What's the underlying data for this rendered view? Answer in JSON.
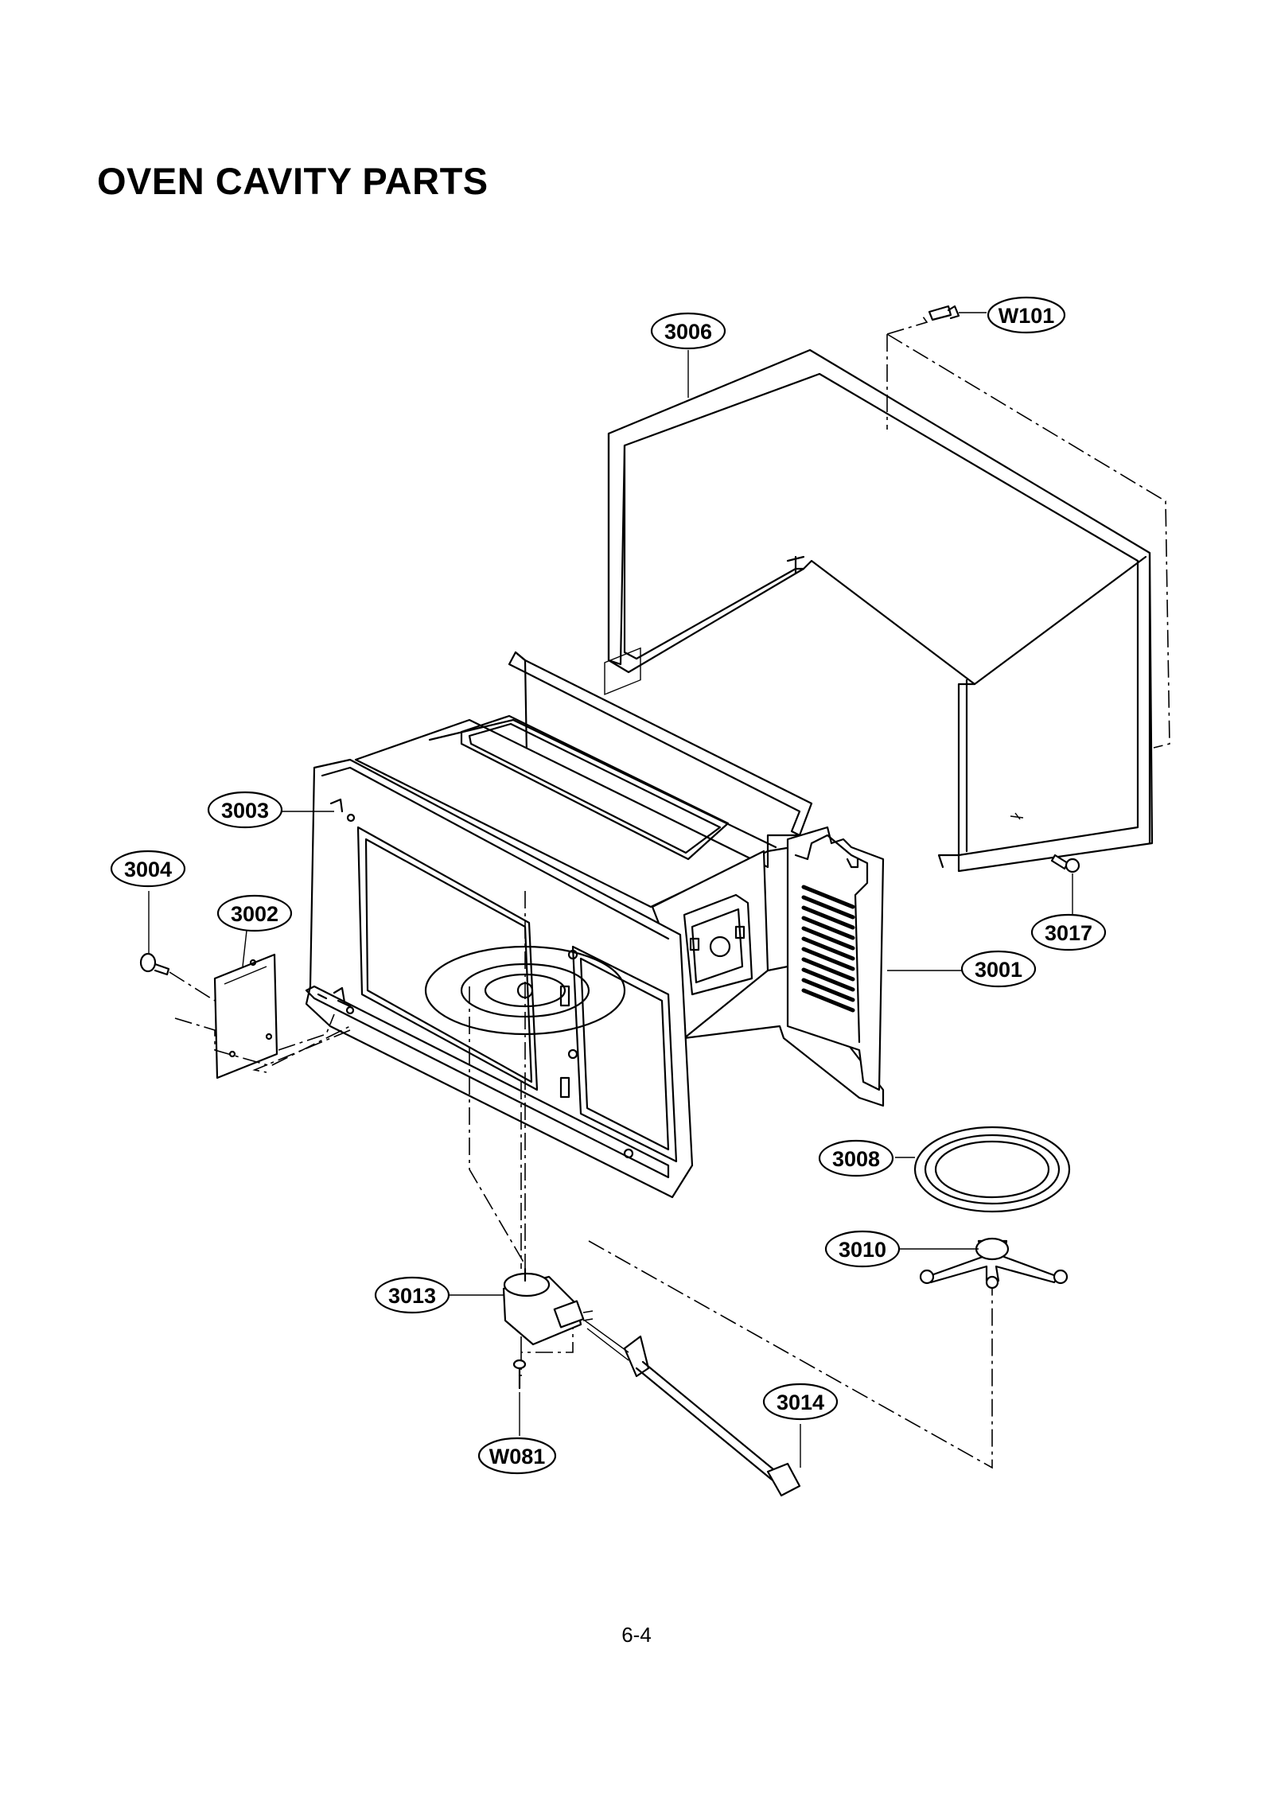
{
  "title": "OVEN CAVITY PARTS",
  "page_number": "6-4",
  "callouts": [
    {
      "id": "3006",
      "label": "3006"
    },
    {
      "id": "W101",
      "label": "W101"
    },
    {
      "id": "3003",
      "label": "3003"
    },
    {
      "id": "3004",
      "label": "3004"
    },
    {
      "id": "3002",
      "label": "3002"
    },
    {
      "id": "3017",
      "label": "3017"
    },
    {
      "id": "3001",
      "label": "3001"
    },
    {
      "id": "3008",
      "label": "3008"
    },
    {
      "id": "3010",
      "label": "3010"
    },
    {
      "id": "3013",
      "label": "3013"
    },
    {
      "id": "3014",
      "label": "3014"
    },
    {
      "id": "W081",
      "label": "W081"
    }
  ]
}
